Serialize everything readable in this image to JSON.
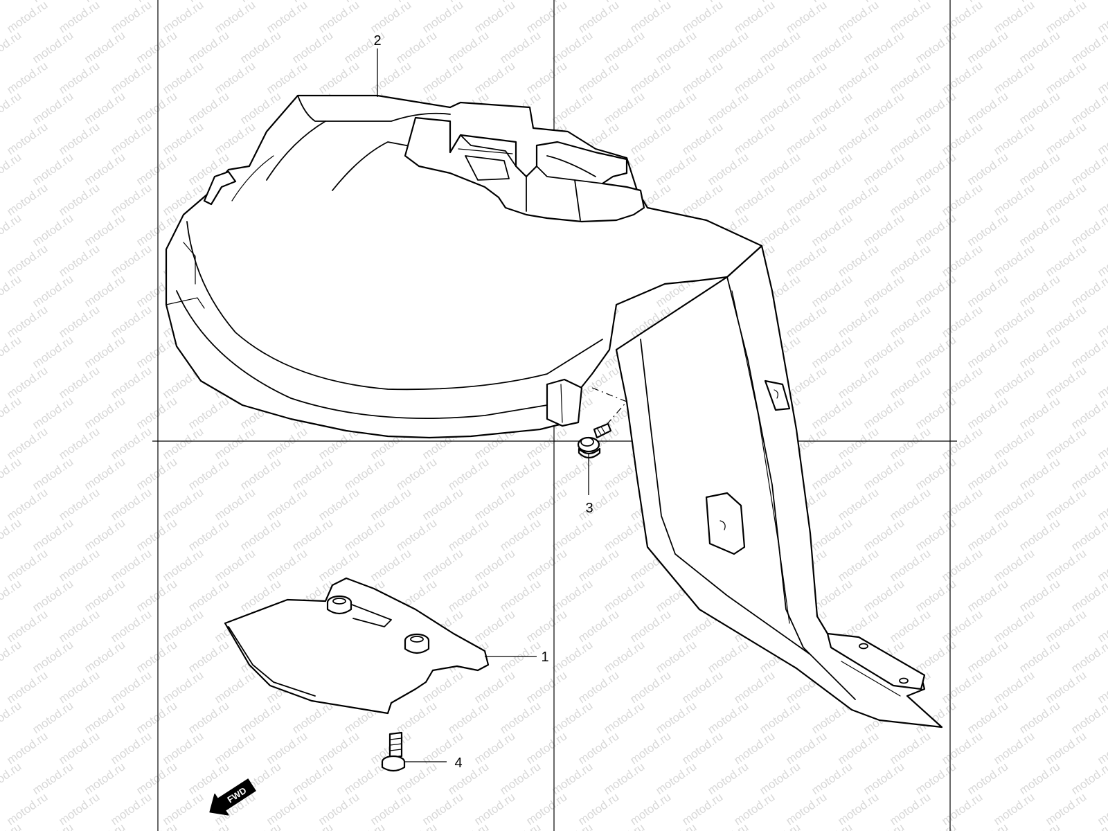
{
  "watermark": {
    "text": "motod.ru",
    "color": "#b8b8b8"
  },
  "callouts": [
    {
      "id": "1",
      "label": "1"
    },
    {
      "id": "2",
      "label": "2"
    },
    {
      "id": "3",
      "label": "3"
    },
    {
      "id": "4",
      "label": "4"
    }
  ],
  "direction_arrow": {
    "label": "FWD",
    "icon": "fwd-arrow-icon"
  },
  "colors": {
    "line": "#000000",
    "background": "#ffffff"
  }
}
